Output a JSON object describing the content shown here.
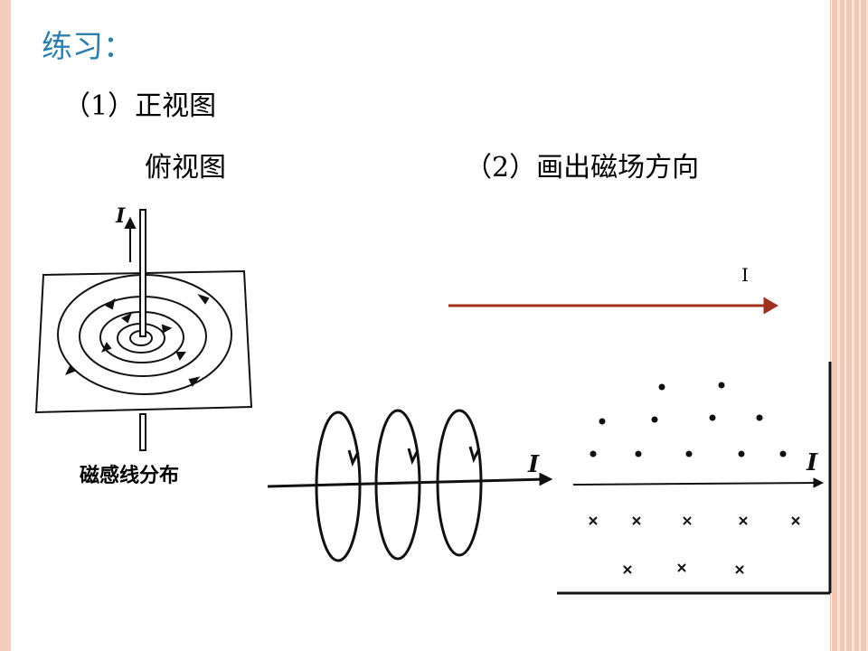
{
  "slide": {
    "title": "练习：",
    "item1": "（1）正视图",
    "item1_sub": "俯视图",
    "item2": "（2）画出磁场方向"
  },
  "figures": {
    "wire_caption": "磁感线分布",
    "current_symbol": "I",
    "arrow_label": "I"
  },
  "colors": {
    "title": "#2a7fb0",
    "current_arrow": "#a0301e",
    "frame": "#f6cdbd"
  }
}
